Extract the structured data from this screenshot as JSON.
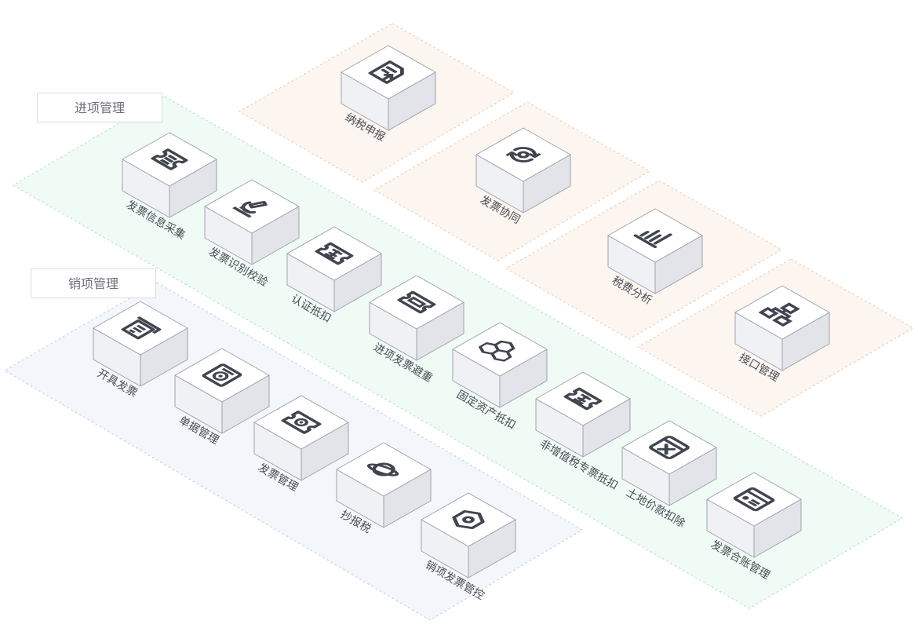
{
  "groups": {
    "incoming": {
      "title": "进项管理",
      "color": "#f1fbf5",
      "border": "#bfe3cc"
    },
    "outgoing": {
      "title": "销项管理",
      "color": "#f3f7fb",
      "border": "#c9d6e6"
    },
    "other": {
      "color": "#fdf6f0",
      "border": "#ecd3bf"
    }
  },
  "modules": {
    "other": [
      {
        "label": "纳税申报",
        "icon": "tax-declaration-icon"
      },
      {
        "label": "发票协同",
        "icon": "invoice-collaboration-icon"
      },
      {
        "label": "税费分析",
        "icon": "tax-analysis-icon"
      },
      {
        "label": "接口管理",
        "icon": "interface-management-icon"
      }
    ],
    "incoming": [
      {
        "label": "发票信息采集",
        "icon": "invoice-collection-icon"
      },
      {
        "label": "发票识别校验",
        "icon": "microscope-icon"
      },
      {
        "label": "认证抵扣",
        "icon": "deduction-ticket-icon"
      },
      {
        "label": "进项发票避重",
        "icon": "ticket-icon"
      },
      {
        "label": "固定资产抵扣",
        "icon": "cubes-icon"
      },
      {
        "label": "非增值税专票抵扣",
        "icon": "deduction-ticket-icon"
      },
      {
        "label": "土地价款扣除",
        "icon": "close-box-icon"
      },
      {
        "label": "发票合账管理",
        "icon": "ledger-icon"
      }
    ],
    "outgoing": [
      {
        "label": "开具发票",
        "icon": "issue-invoice-icon"
      },
      {
        "label": "单据管理",
        "icon": "document-icon"
      },
      {
        "label": "发票管理",
        "icon": "invoice-manage-icon"
      },
      {
        "label": "抄报税",
        "icon": "planet-icon"
      },
      {
        "label": "销项发票管控",
        "icon": "hexagon-icon"
      }
    ]
  },
  "colors": {
    "cube_top": "#ffffff",
    "cube_left": "#f0f1f4",
    "cube_right": "#e2e4e9",
    "cube_edge": "#9fa2ad",
    "icon": "#41454f",
    "label": "#4a4d55"
  }
}
